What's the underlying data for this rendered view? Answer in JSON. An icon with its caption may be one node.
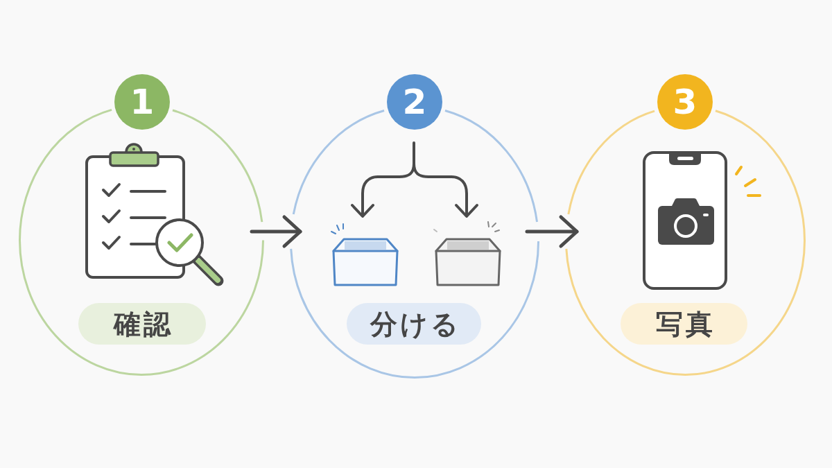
{
  "diagram": {
    "nodes": [
      {
        "text": [],
        "shape": "circle"
      },
      {
        "text": [
          "1"
        ]
      },
      {
        "text": [
          "確認"
        ],
        "in": 0
      },
      {
        "text": [],
        "shape": "circle"
      },
      {
        "text": [
          "2"
        ]
      },
      {
        "text": [
          "分ける"
        ],
        "in": 3
      },
      {
        "text": [],
        "shape": "circle"
      },
      {
        "text": [
          "3"
        ]
      },
      {
        "text": [
          "写真"
        ],
        "in": 6
      }
    ],
    "edges": [
      {
        "from": 0,
        "to": 3,
        "arrow": "to"
      },
      {
        "from": 3,
        "to": 6,
        "arrow": "to"
      }
    ]
  }
}
